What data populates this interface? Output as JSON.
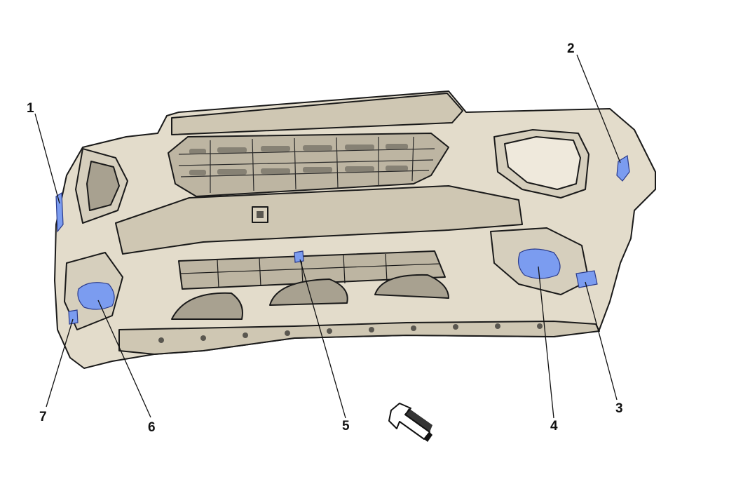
{
  "colors": {
    "body": "#e3dccb",
    "shade": "#cfc7b3",
    "dark": "#5a5750",
    "part": "#7b9cf0",
    "line": "#1a1a1a"
  },
  "callouts": [
    {
      "label": "1"
    },
    {
      "label": "2"
    },
    {
      "label": "3"
    },
    {
      "label": "4"
    },
    {
      "label": "5"
    },
    {
      "label": "6"
    },
    {
      "label": "7"
    }
  ],
  "icons": {
    "orientation": "direction-arrow-icon"
  }
}
